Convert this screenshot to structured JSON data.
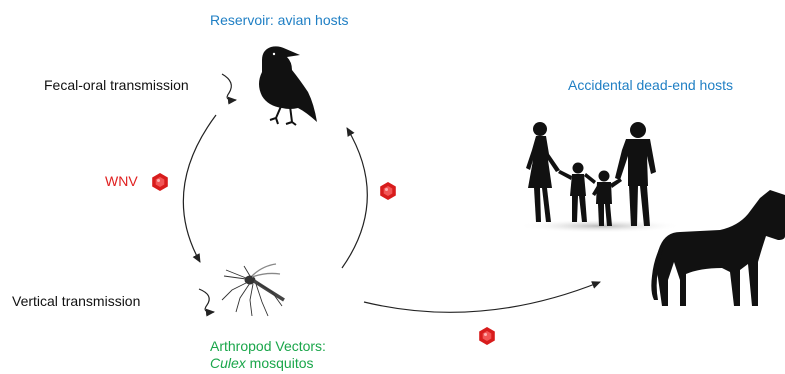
{
  "reservoir_label": "Reservoir: avian hosts",
  "dead_end_label": "Accidental dead-end hosts",
  "fecal_oral_label": "Fecal-oral transmission",
  "wnv_label": "WNV",
  "vertical_label": "Vertical transmission",
  "vectors_label_line1": "Arthropod Vectors:",
  "vectors_label_line2_italic": "Culex",
  "vectors_label_line2_rest": " mosquitos",
  "colors": {
    "blue_label": "#1f7fc4",
    "red_label": "#e02020",
    "green_label": "#1aa64a",
    "virus": "#d81c1c",
    "silhouette": "#111111"
  },
  "icons": [
    "crow-silhouette",
    "mosquito-silhouette",
    "family-silhouette",
    "horse-silhouette",
    "virus-particle-icon"
  ]
}
